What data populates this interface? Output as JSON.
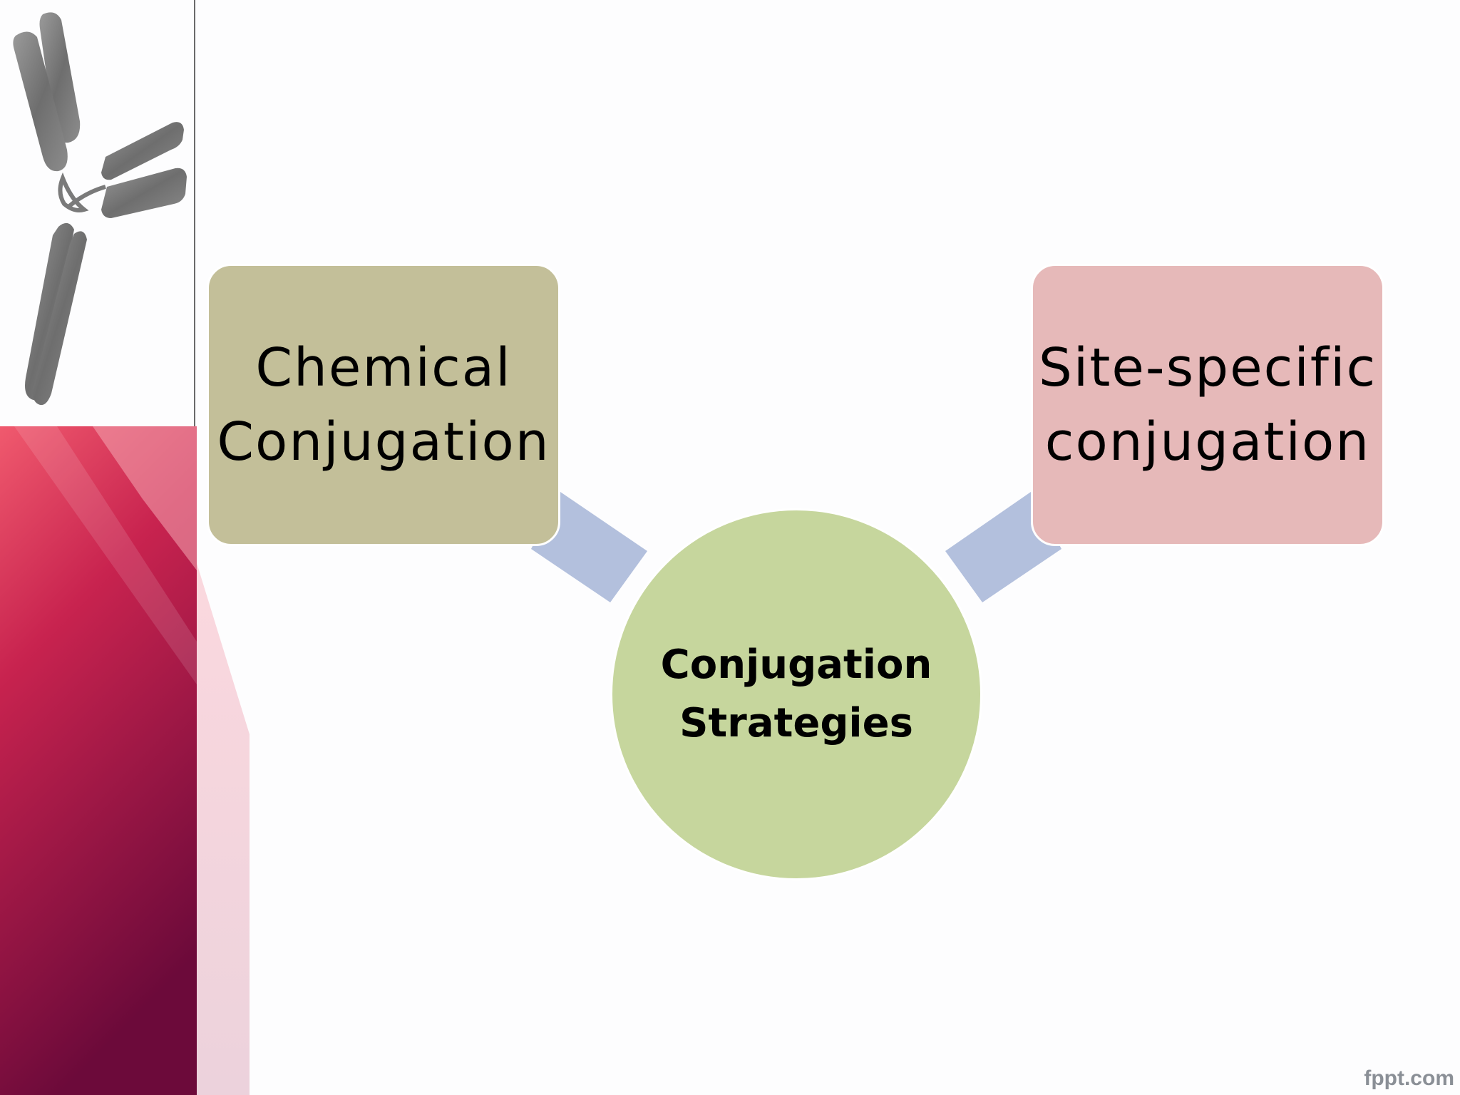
{
  "diagram": {
    "center": {
      "line1": "Conjugation",
      "line2": "Strategies"
    },
    "nodes": [
      {
        "line1": "Chemical",
        "line2": "Conjugation",
        "color": "#c3bf99"
      },
      {
        "line1": "Site-specific",
        "line2": "conjugation",
        "color": "#e6b9b9"
      }
    ],
    "center_color": "#c6d69d",
    "connector_color": "#b3c0dd"
  },
  "watermark": "fppt.com",
  "decor": {
    "antibody_icon": "antibody-icon",
    "accent_color": "#c8234f"
  }
}
